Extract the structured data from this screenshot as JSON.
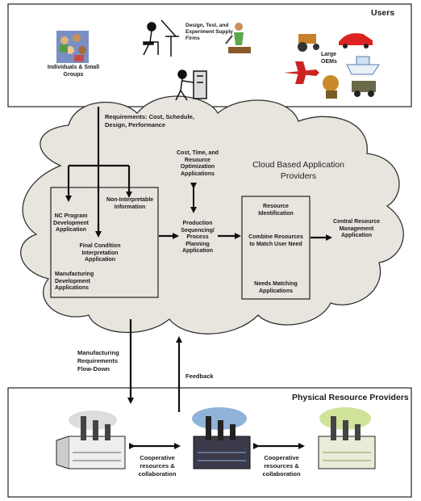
{
  "users": {
    "title": "Users",
    "individuals": "Individuals & Small Groups",
    "design_firms": "Design, Test, and Experiment Supply Firms",
    "large_oems": "Large OEMs"
  },
  "requirements_label": "Requirements: Cost, Schedule, Design, Performance",
  "cloud": {
    "title": "Cloud Based Application Providers",
    "nc_program": "NC Program Development Application",
    "non_interpretable": "Non-Interpretable Information",
    "final_condition": "Final Condition Interpretation Application",
    "manufacturing_dev": "Manufacturing Development Applications",
    "cost_time": "Cost, Time, and Resource Optimization Applications",
    "production": "Production Sequencing/ Process Planning Application",
    "resource_id": "Resource Identification",
    "combine": "Combine Resources to Match User Need",
    "needs_matching": "Needs Matching Applications",
    "central": "Central Resource Management Application"
  },
  "flows": {
    "flow_down": "Manufacturing Requirements Flow-Down",
    "feedback": "Feedback"
  },
  "providers": {
    "title": "Physical Resource Providers",
    "coop_left": "Cooperative resources & collaboration",
    "coop_right": "Cooperative resources & collaboration"
  },
  "colors": {
    "cloud_fill": "#e8e5de",
    "smoke_blue": "#8fb3d9",
    "smoke_green": "#cfe39a",
    "factory_dark": "#2a2a2a"
  }
}
